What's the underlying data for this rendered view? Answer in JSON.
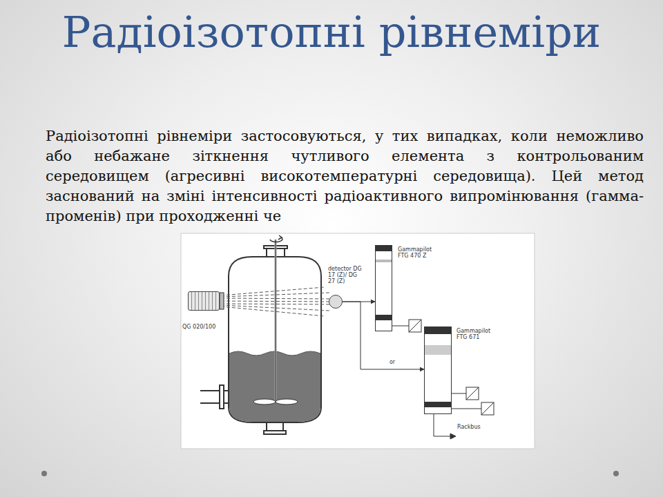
{
  "diagram": {
    "title": "Радіоізотопні рівнеміри",
    "nodes": [
      {
        "text": [
          "QG 020/100"
        ]
      },
      {
        "text": [
          "detector DG 17 (Z)/ DG 27 (Z)"
        ]
      },
      {
        "text": [
          "Gammapilot FTG 470 Z"
        ]
      },
      {
        "text": [
          "Gammapilot FTG 671"
        ]
      }
    ],
    "edges": [
      {
        "from": 1,
        "to": 2,
        "arrow": "to"
      },
      {
        "from": 1,
        "to": 3,
        "label": "or",
        "arrow": "to"
      }
    ],
    "labels": [
      "Радіоізотопні рівнеміри застосовуються, у тих випадках, коли неможливо або небажане зіткнення чутливого елемента з контрольованим середовищем (агресивні високотемпературні середовища). Цей метод заснований на зміні інтенсивності радіоактивного випромінювання (гамма-променів) при проходженні че",
      "Rackbus"
    ]
  }
}
